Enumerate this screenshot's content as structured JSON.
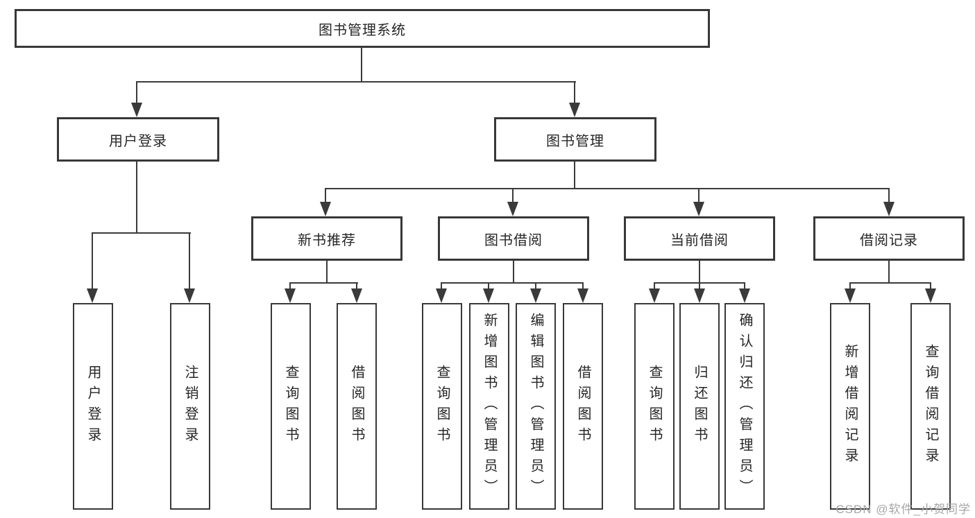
{
  "diagram": {
    "root": {
      "label": "图书管理系统"
    },
    "branches": [
      {
        "label": "用户登录",
        "children": [
          {
            "label": "用户登录"
          },
          {
            "label": "注销登录"
          }
        ]
      },
      {
        "label": "图书管理",
        "children": [
          {
            "label": "新书推荐",
            "children": [
              {
                "label": "查询图书"
              },
              {
                "label": "借阅图书"
              }
            ]
          },
          {
            "label": "图书借阅",
            "children": [
              {
                "label": "查询图书"
              },
              {
                "label": "新增图书（管理员）"
              },
              {
                "label": "编辑图书（管理员）"
              },
              {
                "label": "借阅图书"
              }
            ]
          },
          {
            "label": "当前借阅",
            "children": [
              {
                "label": "查询图书"
              },
              {
                "label": "归还图书"
              },
              {
                "label": "确认归还（管理员）"
              }
            ]
          },
          {
            "label": "借阅记录",
            "children": [
              {
                "label": "新增借阅记录"
              },
              {
                "label": "查询借阅记录"
              }
            ]
          }
        ]
      }
    ]
  },
  "watermark": {
    "text": "CSDN @软件_小贺同学"
  },
  "colors": {
    "line": "#3a3a3a",
    "border": "#383838",
    "text": "#262626",
    "watermark": "#a6a6a6",
    "background": "#ffffff"
  }
}
